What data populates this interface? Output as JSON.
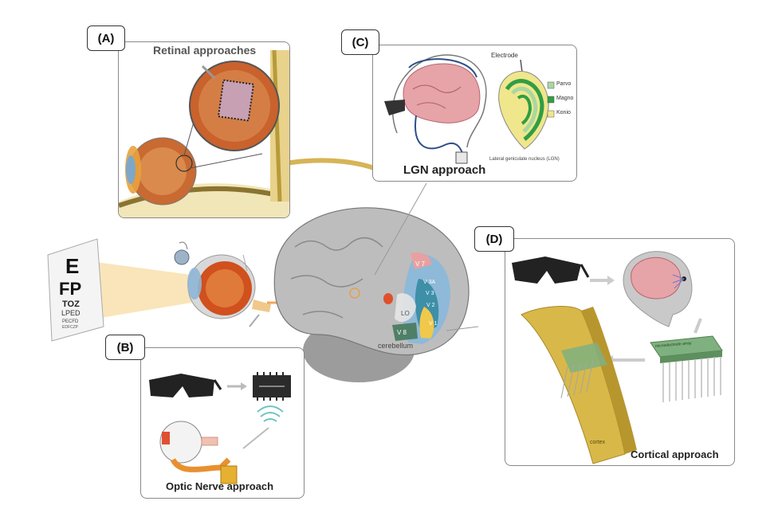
{
  "panels": {
    "a": {
      "tag": "(A)",
      "title": "Retinal approaches"
    },
    "b": {
      "tag": "(B)",
      "title": "Optic Nerve approach"
    },
    "c": {
      "tag": "(C)",
      "title": "LGN approach",
      "electrode": "Electrode",
      "lgn_caption": "Lateral geniculate nucleus (LGN)",
      "legend": [
        "Parvo",
        "Magno",
        "Konio"
      ]
    },
    "d": {
      "tag": "(D)",
      "title": "Cortical approach",
      "array_label": "microelectrode array",
      "cortex_label": "cortex"
    }
  },
  "brain": {
    "areas": [
      "V 7",
      "V 3A",
      "V 3",
      "V 2",
      "V 1",
      "LO",
      "V 8"
    ],
    "cerebellum": "cerebellum"
  },
  "eye_chart": {
    "rows": [
      "E",
      "FP",
      "TOZ",
      "LPED",
      "PECFD",
      "EDFCZP"
    ]
  },
  "colors": {
    "parvo": "#a8d8a0",
    "magno": "#2f9e44",
    "konio": "#f0e68c",
    "cortex": "#d9b84a",
    "brain_gray": "#b7b7b7",
    "orange_beam": "#f2c27a"
  }
}
